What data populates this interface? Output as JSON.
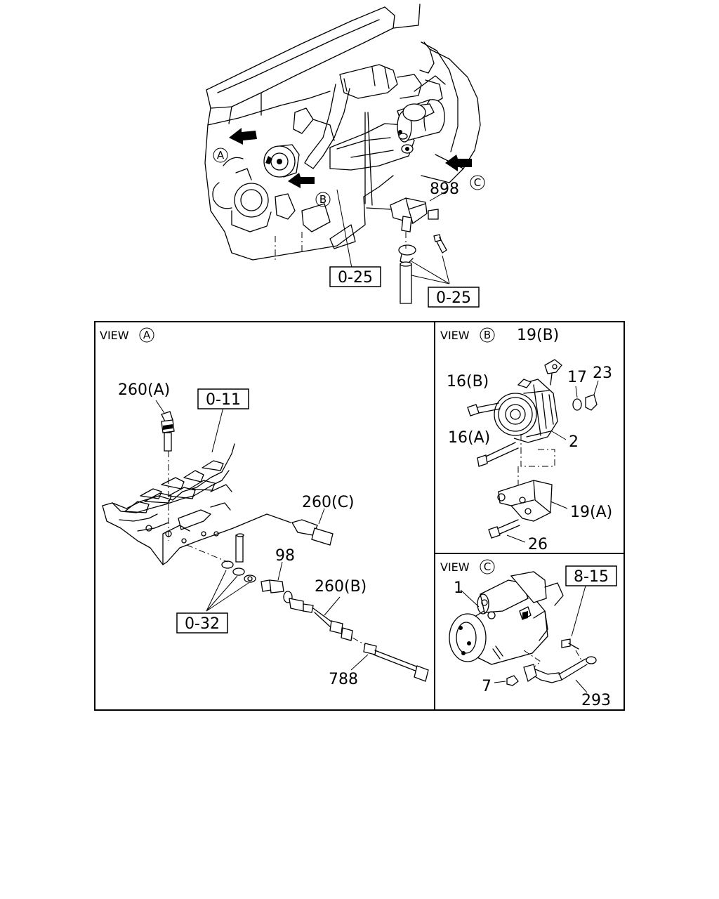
{
  "overview": {
    "view_markers": [
      {
        "letter": "A"
      },
      {
        "letter": "B"
      },
      {
        "letter": "C"
      }
    ],
    "part_labels": {
      "sensor": "898"
    },
    "ref_boxes": {
      "left": "0-25",
      "right": "0-25"
    }
  },
  "view_a": {
    "title": "VIEW",
    "letter": "A",
    "ref_boxes": {
      "top": "0-11",
      "bottom": "0-32"
    },
    "labels": {
      "sensor_a": "260(A)",
      "sensor_c": "260(C)",
      "sensor_b": "260(B)",
      "plug": "98",
      "harness": "788"
    }
  },
  "view_b": {
    "title": "VIEW",
    "letter": "B",
    "labels": {
      "bracket_b": "19(B)",
      "bolt_b": "16(B)",
      "washer": "17",
      "nut": "23",
      "bolt_a": "16(A)",
      "alternator": "2",
      "bracket_a": "19(A)",
      "bolt_26": "26"
    }
  },
  "view_c": {
    "title": "VIEW",
    "letter": "C",
    "ref_box": "8-15",
    "labels": {
      "starter": "1",
      "nut": "7",
      "cable": "293"
    }
  }
}
